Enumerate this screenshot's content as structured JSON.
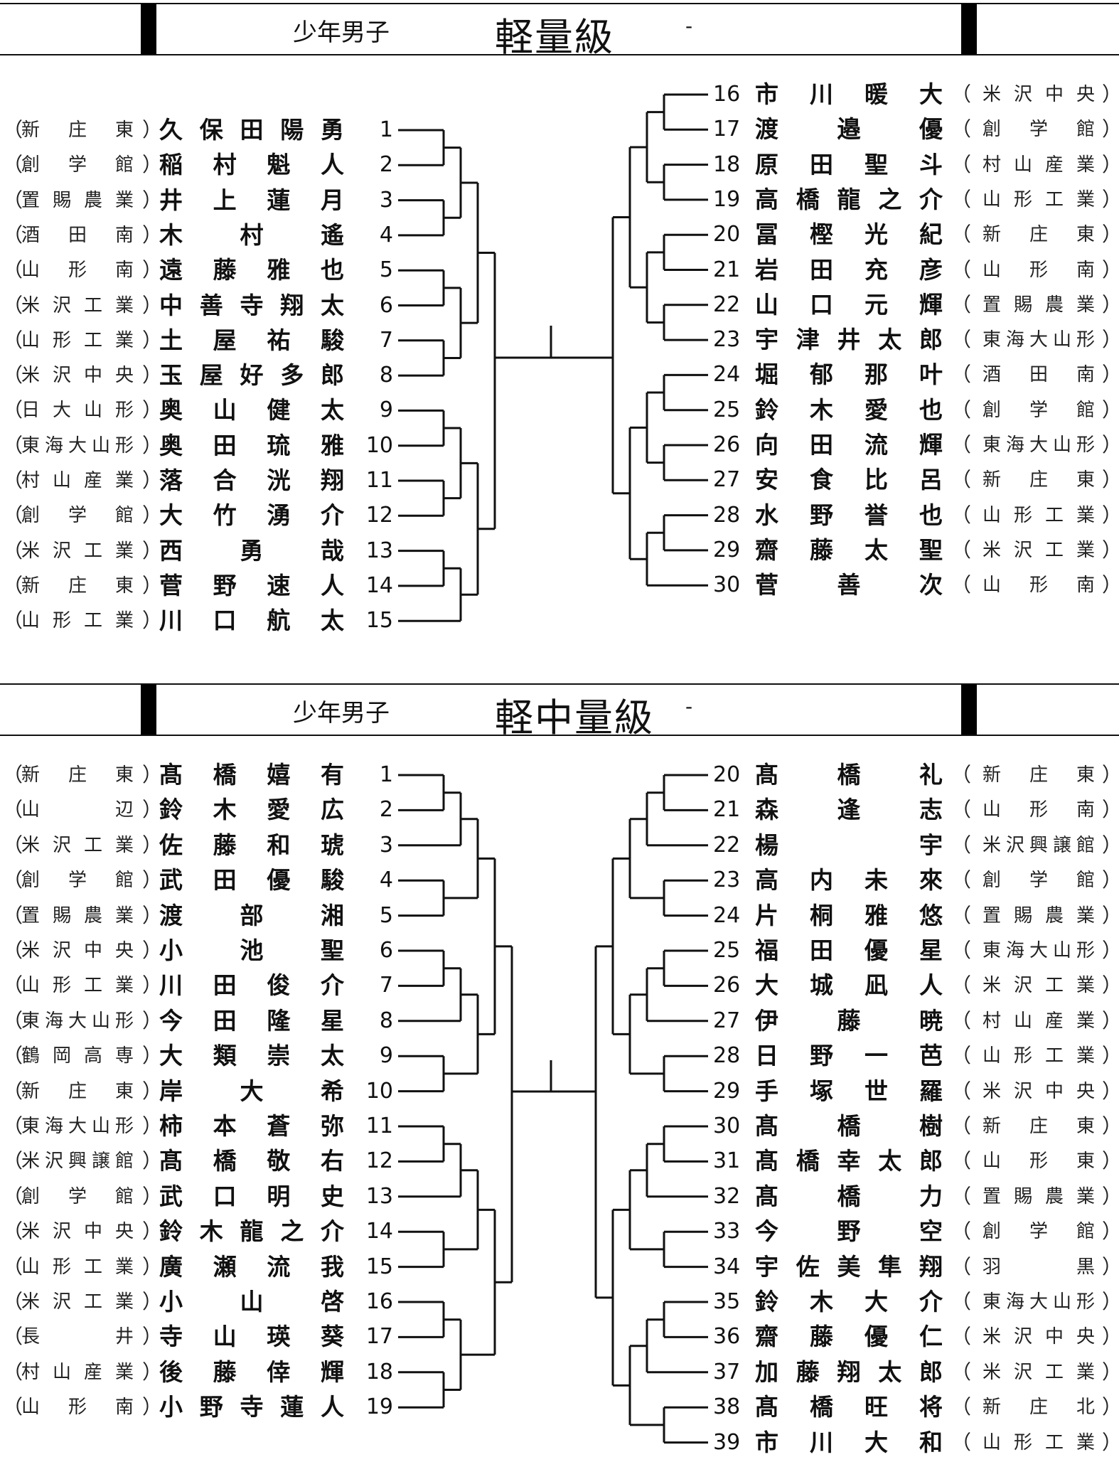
{
  "sections": [
    {
      "category": "少年男子",
      "weight_class": "軽量級",
      "dash": "-",
      "left": [
        {
          "school": "新庄東",
          "name": "久保田陽勇",
          "num": "1"
        },
        {
          "school": "創学館",
          "name": "稲村魁人",
          "num": "2"
        },
        {
          "school": "置賜農業",
          "name": "井上蓮月",
          "num": "3"
        },
        {
          "school": "酒田南",
          "name": "木村遙",
          "num": "4"
        },
        {
          "school": "山形南",
          "name": "遠藤雅也",
          "num": "5"
        },
        {
          "school": "米沢工業",
          "name": "中善寺翔太",
          "num": "6"
        },
        {
          "school": "山形工業",
          "name": "土屋祐駿",
          "num": "7"
        },
        {
          "school": "米沢中央",
          "name": "玉屋好多郎",
          "num": "8"
        },
        {
          "school": "日大山形",
          "name": "奥山健太",
          "num": "9"
        },
        {
          "school": "東海大山形",
          "name": "奥田琉雅",
          "num": "10"
        },
        {
          "school": "村山産業",
          "name": "落合洸翔",
          "num": "11"
        },
        {
          "school": "創学館",
          "name": "大竹湧介",
          "num": "12"
        },
        {
          "school": "米沢工業",
          "name": "西勇哉",
          "num": "13"
        },
        {
          "school": "新庄東",
          "name": "菅野速人",
          "num": "14"
        },
        {
          "school": "山形工業",
          "name": "川口航太",
          "num": "15"
        }
      ],
      "right": [
        {
          "num": "16",
          "name": "市川暖大",
          "school": "米沢中央"
        },
        {
          "num": "17",
          "name": "渡邉優",
          "school": "創学館"
        },
        {
          "num": "18",
          "name": "原田聖斗",
          "school": "村山産業"
        },
        {
          "num": "19",
          "name": "高橋龍之介",
          "school": "山形工業"
        },
        {
          "num": "20",
          "name": "冨樫光紀",
          "school": "新庄東"
        },
        {
          "num": "21",
          "name": "岩田充彦",
          "school": "山形南"
        },
        {
          "num": "22",
          "name": "山口元輝",
          "school": "置賜農業"
        },
        {
          "num": "23",
          "name": "宇津井太郎",
          "school": "東海大山形"
        },
        {
          "num": "24",
          "name": "堀郁那叶",
          "school": "酒田南"
        },
        {
          "num": "25",
          "name": "鈴木愛也",
          "school": "創学館"
        },
        {
          "num": "26",
          "name": "向田流輝",
          "school": "東海大山形"
        },
        {
          "num": "27",
          "name": "安食比呂",
          "school": "新庄東"
        },
        {
          "num": "28",
          "name": "水野誉也",
          "school": "山形工業"
        },
        {
          "num": "29",
          "name": "齋藤太聖",
          "school": "米沢工業"
        },
        {
          "num": "30",
          "name": "菅善次",
          "school": "山形南"
        }
      ]
    },
    {
      "category": "少年男子",
      "weight_class": "軽中量級",
      "dash": "-",
      "left": [
        {
          "school": "新庄東",
          "name": "髙橋嬉有",
          "num": "1"
        },
        {
          "school": "山辺",
          "name": "鈴木愛広",
          "num": "2"
        },
        {
          "school": "米沢工業",
          "name": "佐藤和琥",
          "num": "3"
        },
        {
          "school": "創学館",
          "name": "武田優駿",
          "num": "4"
        },
        {
          "school": "置賜農業",
          "name": "渡部湘",
          "num": "5"
        },
        {
          "school": "米沢中央",
          "name": "小池聖",
          "num": "6"
        },
        {
          "school": "山形工業",
          "name": "川田俊介",
          "num": "7"
        },
        {
          "school": "東海大山形",
          "name": "今田隆星",
          "num": "8"
        },
        {
          "school": "鶴岡高専",
          "name": "大類崇太",
          "num": "9"
        },
        {
          "school": "新庄東",
          "name": "岸大希",
          "num": "10"
        },
        {
          "school": "東海大山形",
          "name": "柿本蒼弥",
          "num": "11"
        },
        {
          "school": "米沢興譲館",
          "name": "髙橋敬右",
          "num": "12"
        },
        {
          "school": "創学館",
          "name": "武口明史",
          "num": "13"
        },
        {
          "school": "米沢中央",
          "name": "鈴木龍之介",
          "num": "14"
        },
        {
          "school": "山形工業",
          "name": "廣瀬流我",
          "num": "15"
        },
        {
          "school": "米沢工業",
          "name": "小山啓",
          "num": "16"
        },
        {
          "school": "長井",
          "name": "寺山瑛葵",
          "num": "17"
        },
        {
          "school": "村山産業",
          "name": "後藤倖輝",
          "num": "18"
        },
        {
          "school": "山形南",
          "name": "小野寺蓮人",
          "num": "19"
        }
      ],
      "right": [
        {
          "num": "20",
          "name": "髙橋礼",
          "school": "新庄東"
        },
        {
          "num": "21",
          "name": "森逢志",
          "school": "山形南"
        },
        {
          "num": "22",
          "name": "楊宇",
          "school": "米沢興譲館"
        },
        {
          "num": "23",
          "name": "高内未來",
          "school": "創学館"
        },
        {
          "num": "24",
          "name": "片桐雅悠",
          "school": "置賜農業"
        },
        {
          "num": "25",
          "name": "福田優星",
          "school": "東海大山形"
        },
        {
          "num": "26",
          "name": "大城凪人",
          "school": "米沢工業"
        },
        {
          "num": "27",
          "name": "伊藤暁",
          "school": "村山産業"
        },
        {
          "num": "28",
          "name": "日野一芭",
          "school": "山形工業"
        },
        {
          "num": "29",
          "name": "手塚世羅",
          "school": "米沢中央"
        },
        {
          "num": "30",
          "name": "髙橋樹",
          "school": "新庄東"
        },
        {
          "num": "31",
          "name": "髙橋幸太郎",
          "school": "山形東"
        },
        {
          "num": "32",
          "name": "髙橋力",
          "school": "置賜農業"
        },
        {
          "num": "33",
          "name": "今野空",
          "school": "創学館"
        },
        {
          "num": "34",
          "name": "宇佐美隼翔",
          "school": "羽黒"
        },
        {
          "num": "35",
          "name": "鈴木大介",
          "school": "東海大山形"
        },
        {
          "num": "36",
          "name": "齋藤優仁",
          "school": "米沢中央"
        },
        {
          "num": "37",
          "name": "加藤翔太郎",
          "school": "米沢工業"
        },
        {
          "num": "38",
          "name": "髙橋旺将",
          "school": "新庄北"
        },
        {
          "num": "39",
          "name": "市川大和",
          "school": "山形工業"
        }
      ]
    }
  ],
  "paren_open": "（",
  "paren_close": "）"
}
